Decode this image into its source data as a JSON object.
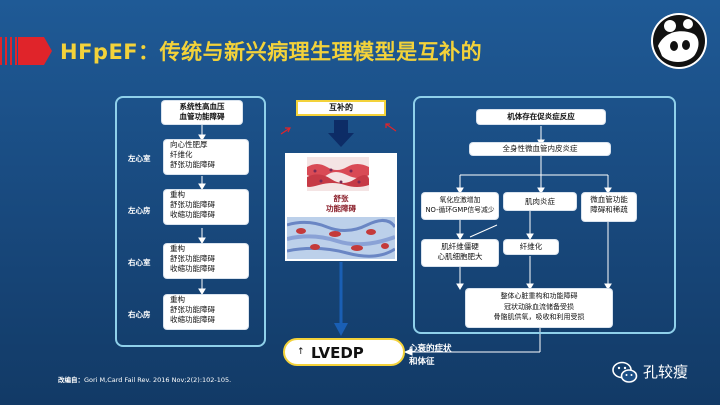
{
  "title": "HFpEF：传统与新兴病理生理模型是互补的",
  "left_panel": {
    "top_box": [
      "系统性高血压",
      "血管功能障碍"
    ],
    "rows": [
      {
        "label": "左心室",
        "lines": [
          "向心性肥厚",
          "纤维化",
          "舒张功能障碍"
        ]
      },
      {
        "label": "左心房",
        "lines": [
          "重构",
          "舒张功能障碍",
          "收缩功能障碍"
        ]
      },
      {
        "label": "右心室",
        "lines": [
          "重构",
          "舒张功能障碍",
          "收缩功能障碍"
        ]
      },
      {
        "label": "右心房",
        "lines": [
          "重构",
          "舒张功能障碍",
          "收缩功能障碍"
        ]
      }
    ]
  },
  "center": {
    "hujie": "互补的",
    "diastolic_label": [
      "舒张",
      "功能障碍"
    ],
    "lvedp": "LVEDP",
    "lvedp_arrow": "↑",
    "outcome": [
      "心衰的症状",
      "和体征"
    ]
  },
  "right_panel": {
    "top": "机体存在促炎症反应",
    "second": "全身性微血管内皮炎症",
    "branches": [
      [
        "氧化应激增加",
        "NO-循环GMP信号减少"
      ],
      [
        "肌肉炎症"
      ],
      [
        "微血管功能",
        "障碍和稀疏"
      ]
    ],
    "mid": [
      [
        "肌纤维僵硬",
        "心肌细胞肥大"
      ],
      [
        "纤维化"
      ]
    ],
    "bottom": [
      "整体心脏重构和功能障碍",
      "冠状动脉血流储备受损",
      "骨骼肌供氧，吸收和利用受损"
    ]
  },
  "citation": {
    "prefix": "改编自：",
    "text": "Gori M,Card Fail Rev. 2016 Nov;2(2):102-105."
  },
  "brand": "孔较瘦",
  "colors": {
    "title": "#f3d23a",
    "red": "#e0242a",
    "arrow": "#1a5fb4",
    "panel_border": "#8fd0ea"
  }
}
